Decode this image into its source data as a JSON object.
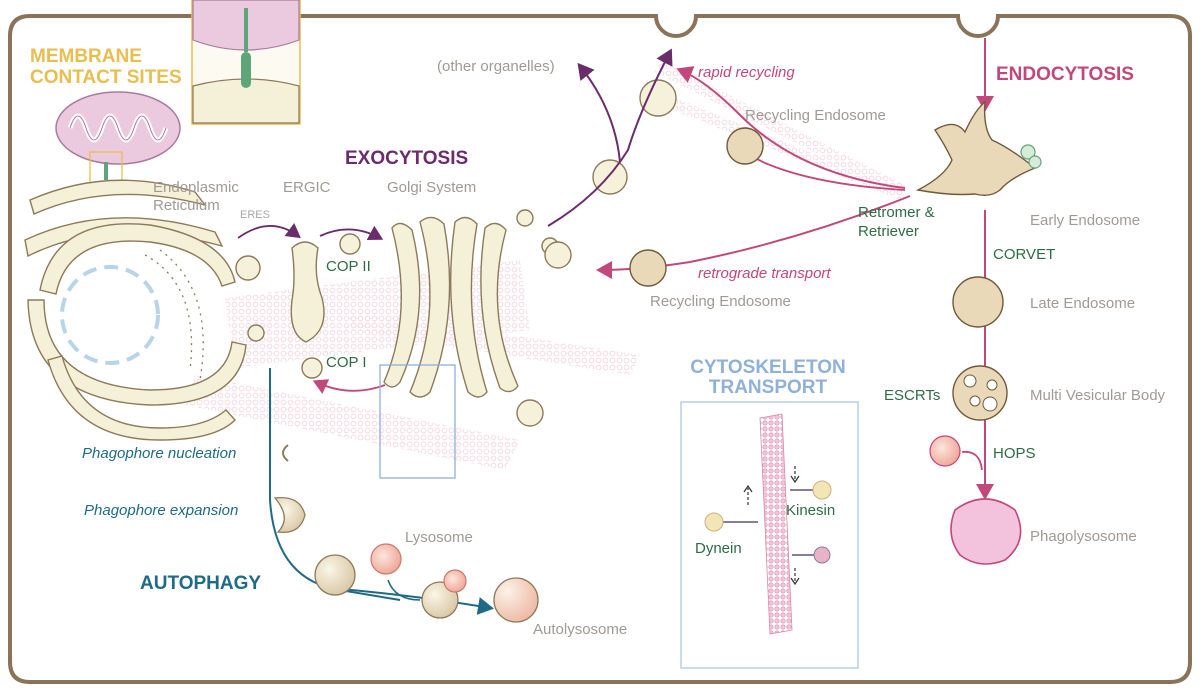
{
  "titles": {
    "membrane_contact_sites_1": "MEMBRANE",
    "membrane_contact_sites_2": "CONTACT SITES",
    "exocytosis": "EXOCYTOSIS",
    "endocytosis": "ENDOCYTOSIS",
    "autophagy": "AUTOPHAGY",
    "cytoskeleton_1": "CYTOSKELETON",
    "cytoskeleton_2": "TRANSPORT"
  },
  "organelles": {
    "er_1": "Endoplasmic",
    "er_2": "Reticulum",
    "eres": "ERES",
    "ergic": "ERGIC",
    "golgi": "Golgi System",
    "other_organelles": "(other organelles)",
    "recycling_endosome_top": "Recycling Endosome",
    "recycling_endosome_bottom": "Recycling Endosome",
    "early_endosome": "Early Endosome",
    "late_endosome": "Late Endosome",
    "mvb": "Multi Vesicular Body",
    "phagolysosome": "Phagolysosome",
    "lysosome": "Lysosome",
    "autolysosome": "Autolysosome"
  },
  "factors": {
    "cop2": "COP II",
    "cop1": "COP I",
    "retromer_1": "Retromer &",
    "retromer_2": "Retriever",
    "corvet": "CORVET",
    "escrts": "ESCRTs",
    "hops": "HOPS",
    "kinesin": "Kinesin",
    "dynein": "Dynein"
  },
  "processes": {
    "rapid_recycling": "rapid recycling",
    "retrograde_transport": "retrograde transport",
    "phagophore_nucleation": "Phagophore nucleation",
    "phagophore_expansion": "Phagophore expansion"
  },
  "colors": {
    "membrane_contact": "#e8be4f",
    "exocytosis": "#6b2c6b",
    "endocytosis": "#c2477a",
    "autophagy": "#1f6a86",
    "cytoskeleton": "#8fb0d9",
    "factor_green": "#2f6b43",
    "cell_border": "#8a7358"
  }
}
